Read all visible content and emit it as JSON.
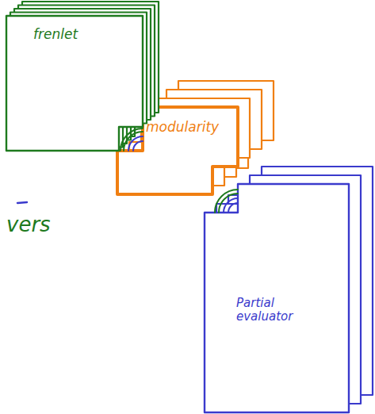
{
  "diagram": {
    "nodes": [
      {
        "text": [
          "frenlet"
        ]
      },
      {
        "text": [
          "modularity"
        ]
      },
      {
        "text": [
          "Partial evaluator"
        ]
      }
    ],
    "labels": [
      "vers"
    ]
  }
}
